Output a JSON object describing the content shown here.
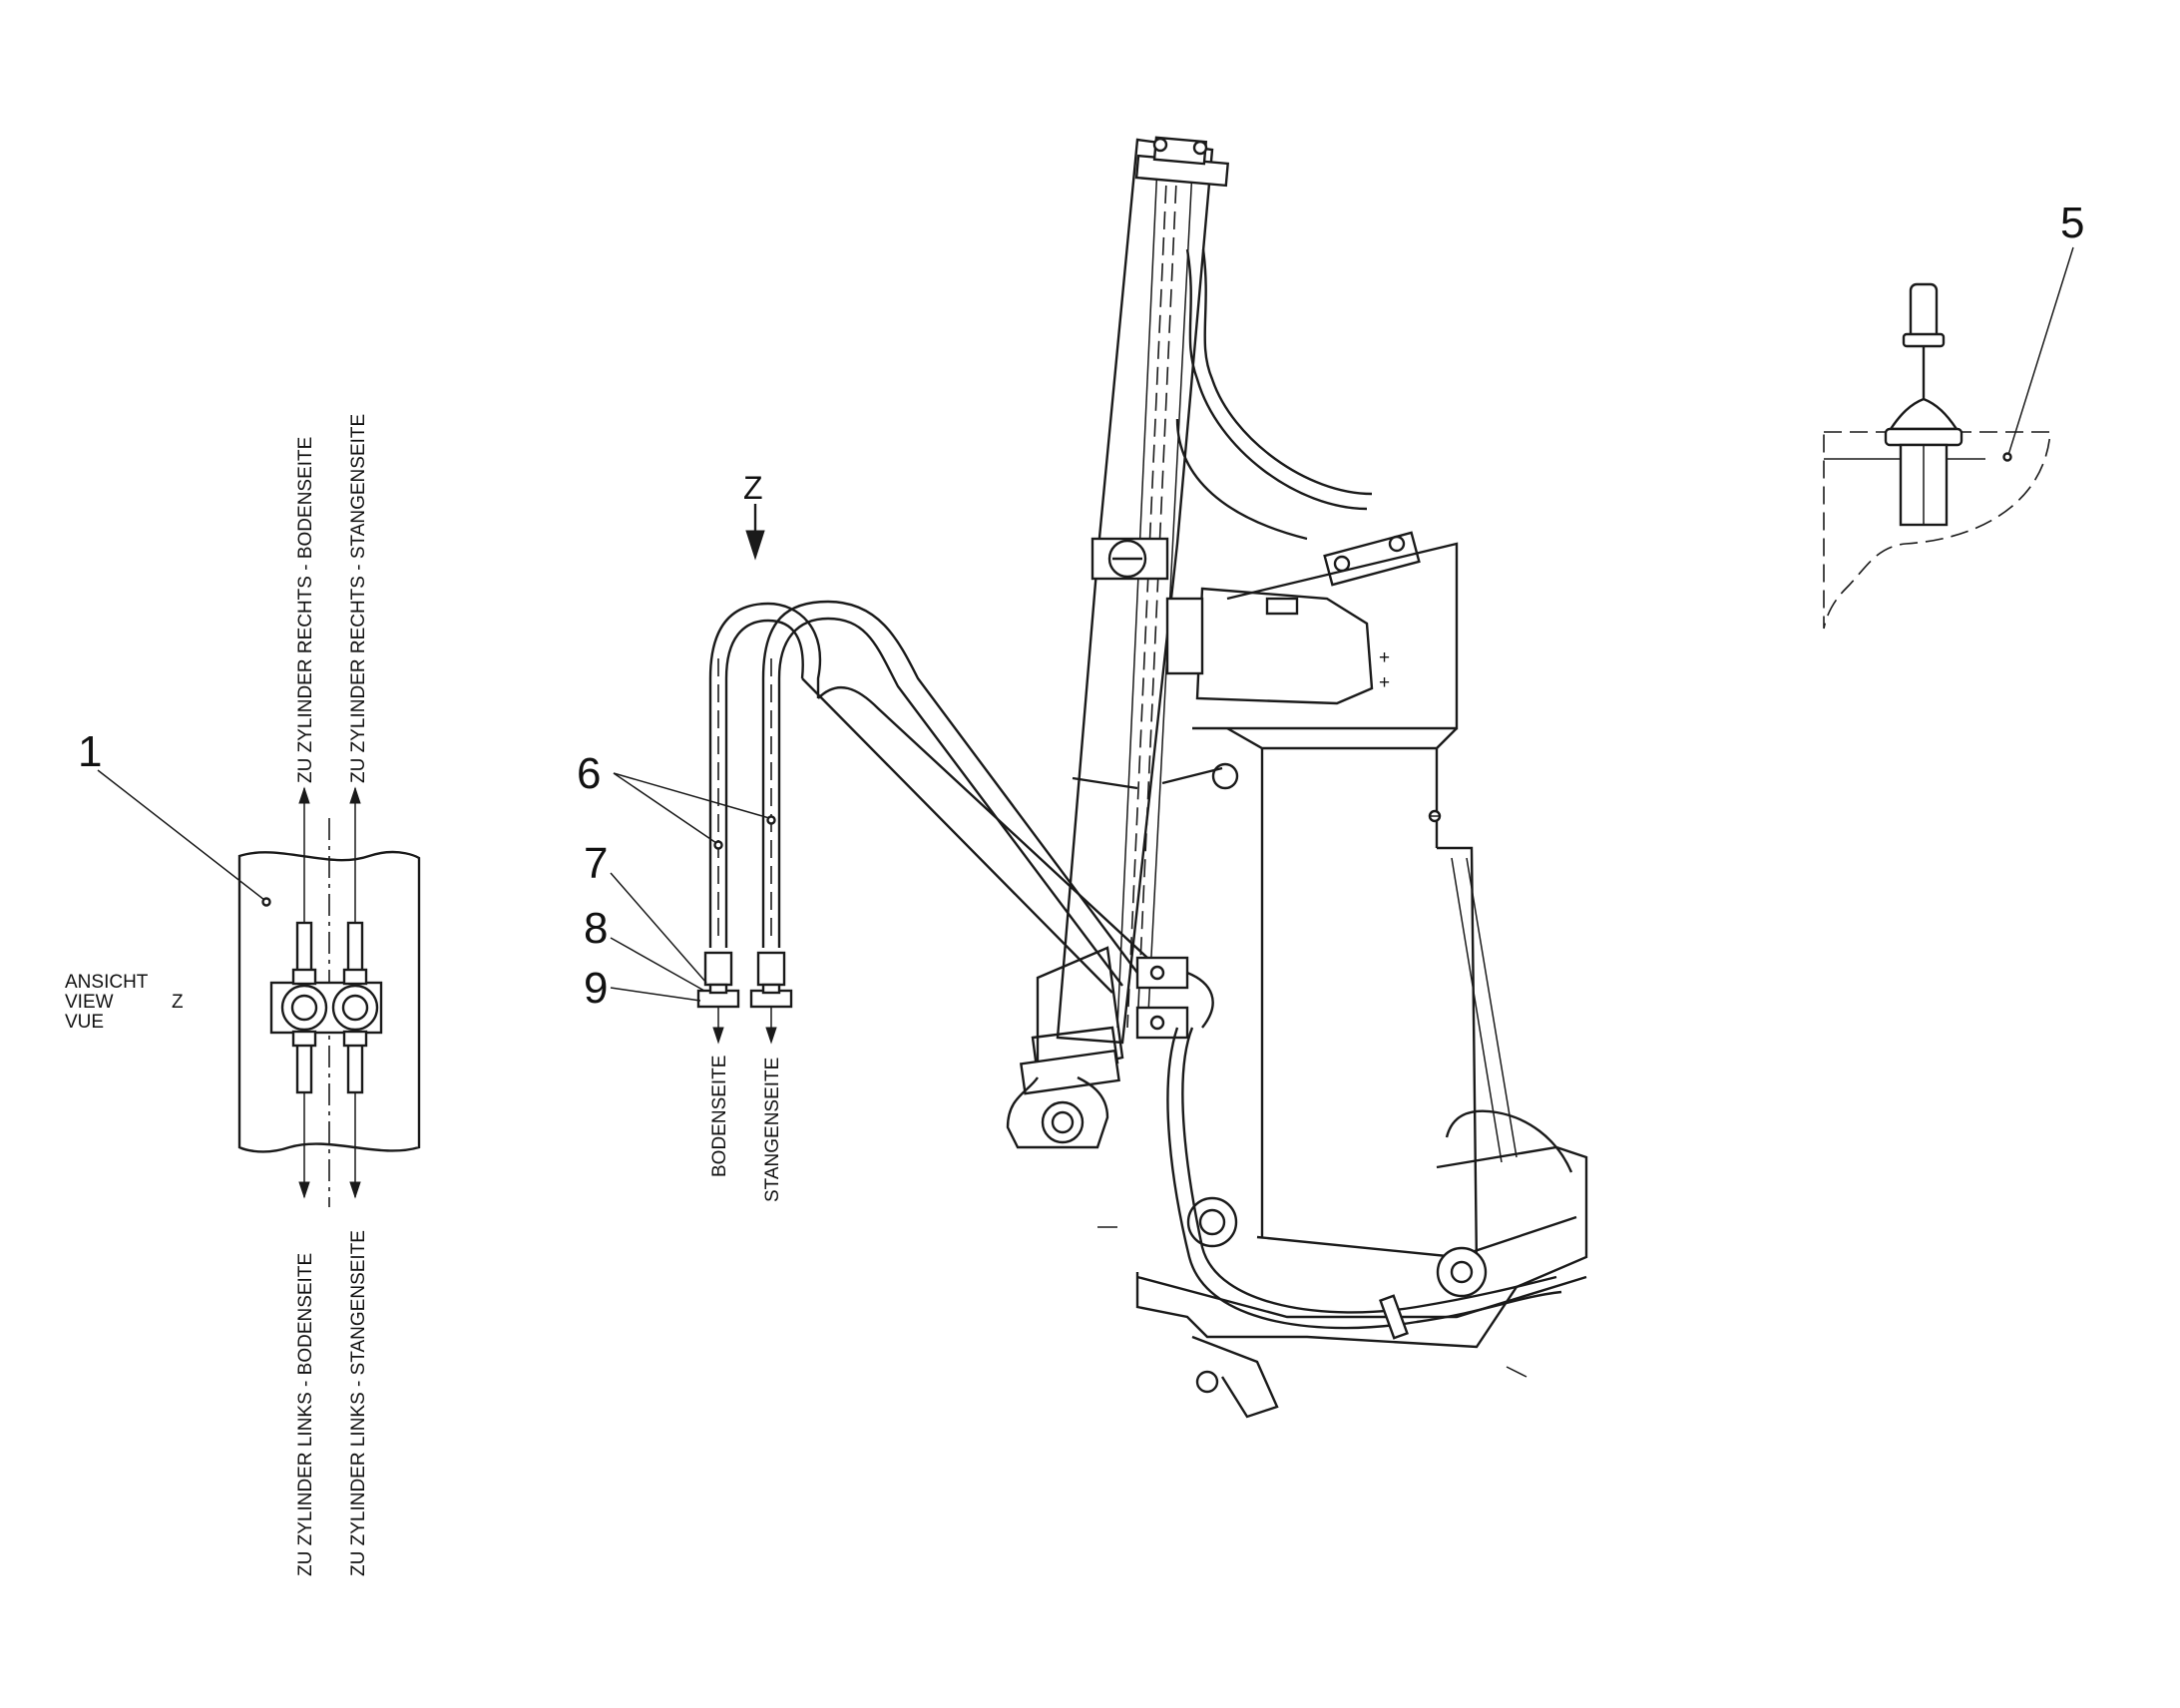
{
  "callouts": {
    "c1": "1",
    "c5": "5",
    "c6": "6",
    "c7": "7",
    "c8": "8",
    "c9": "9"
  },
  "view_z": {
    "ansicht": "ANSICHT",
    "view": "VIEW",
    "vue": "VUE",
    "z": "Z"
  },
  "arrow_z_label": "Z",
  "labels": {
    "top_left": "ZU ZYLINDER RECHTS - BODENSEITE",
    "top_right": "ZU ZYLINDER RECHTS - STANGENSEITE",
    "bottom_left": "ZU ZYLINDER LINKS - BODENSEITE",
    "bottom_right": "ZU ZYLINDER LINKS - STANGENSEITE",
    "hose_bottom_left": "BODENSEITE",
    "hose_bottom_right": "STANGENSEITE"
  },
  "colors": {
    "line": "#1a1a1a",
    "background": "#ffffff"
  }
}
